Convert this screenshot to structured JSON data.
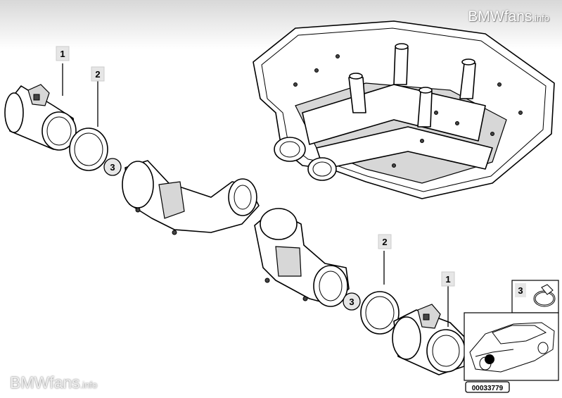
{
  "watermark_top": {
    "brand": "BMWfans",
    "suffix": ".info"
  },
  "watermark_bottom": {
    "brand": "BMWfans",
    "suffix": ".info"
  },
  "callouts": {
    "mass_air_flow_sensor": "1",
    "sealing_ring": "2",
    "hose_clamp": "3"
  },
  "inset": {
    "clamp_label": "3"
  },
  "diagram_number": "00033779"
}
